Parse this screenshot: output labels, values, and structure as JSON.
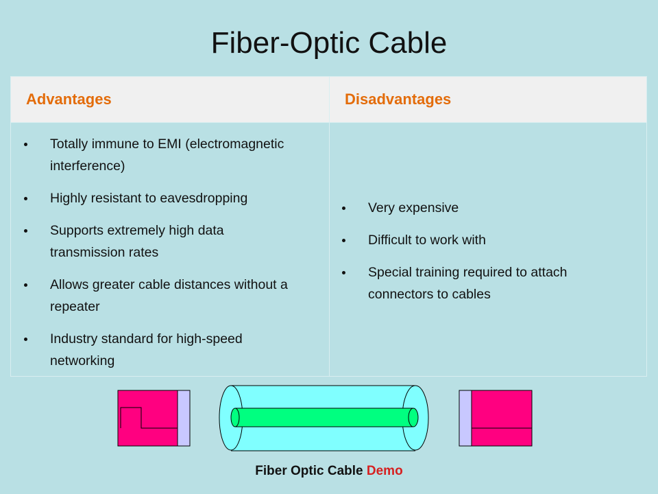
{
  "slide": {
    "title": "Fiber-Optic Cable",
    "table": {
      "headers": [
        "Advantages",
        "Disadvantages"
      ],
      "advantages": [
        "Totally immune to EMI (electromagnetic interference)",
        "Highly resistant to eavesdropping",
        "Supports extremely high data transmission rates",
        "Allows greater cable distances without a repeater",
        "Industry standard for high-speed networking"
      ],
      "disadvantages": [
        "Very expensive",
        "Difficult to work with",
        "Special training required to attach connectors to cables"
      ]
    },
    "caption": {
      "main": "Fiber Optic Cable",
      "highlight": "Demo"
    }
  },
  "colors": {
    "background": "#b9e0e4",
    "header_text": "#e36c0a",
    "demo_highlight": "#d62020",
    "connector_magenta": "#ff0080",
    "connector_lavender": "#c8c8ff",
    "cable_cyan": "#80ffff",
    "core_green": "#00ff80"
  }
}
